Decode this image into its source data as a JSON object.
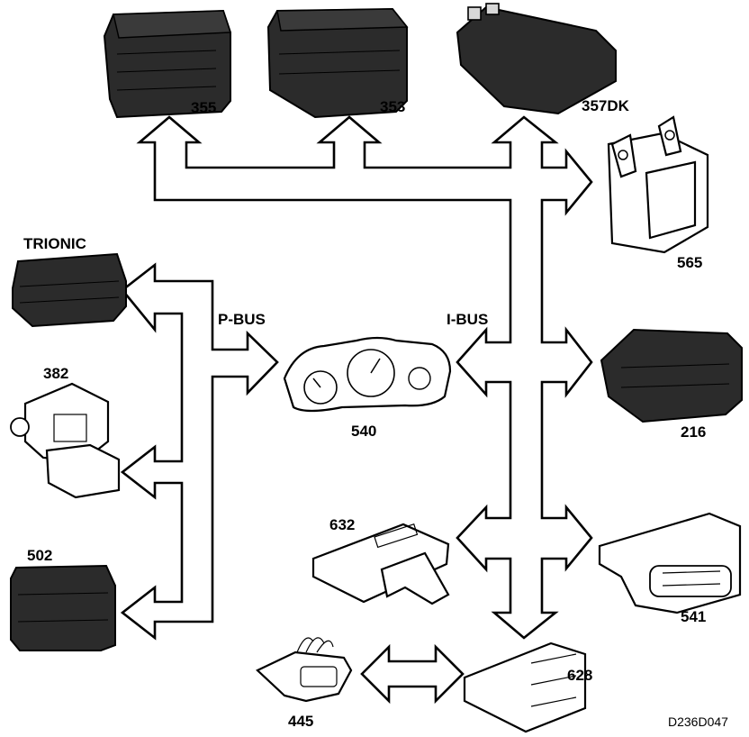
{
  "diagram": {
    "bus_labels": {
      "p_bus": "P-BUS",
      "i_bus": "I-BUS"
    },
    "modules": [
      {
        "id": "m355",
        "label": "355",
        "style": "dark"
      },
      {
        "id": "m353",
        "label": "353",
        "style": "dark"
      },
      {
        "id": "m357dk",
        "label": "357DK",
        "style": "dark"
      },
      {
        "id": "m565",
        "label": "565",
        "style": "light"
      },
      {
        "id": "mtrionic",
        "label": "TRIONIC",
        "style": "dark"
      },
      {
        "id": "m382",
        "label": "382",
        "style": "light"
      },
      {
        "id": "m502",
        "label": "502",
        "style": "dark"
      },
      {
        "id": "m540",
        "label": "540",
        "style": "light"
      },
      {
        "id": "m216",
        "label": "216",
        "style": "dark"
      },
      {
        "id": "m632",
        "label": "632",
        "style": "light"
      },
      {
        "id": "m541",
        "label": "541",
        "style": "light"
      },
      {
        "id": "m628",
        "label": "628",
        "style": "light"
      },
      {
        "id": "m445",
        "label": "445",
        "style": "light"
      }
    ],
    "reference_code": "D236D047",
    "connections": [
      {
        "bus": "I-BUS",
        "modules": [
          "355",
          "353",
          "357DK",
          "565",
          "540",
          "216",
          "632",
          "541",
          "628"
        ]
      },
      {
        "bus": "P-BUS",
        "modules": [
          "TRIONIC",
          "382",
          "502",
          "540"
        ]
      },
      {
        "link": "direct",
        "modules": [
          "628",
          "445"
        ]
      }
    ]
  }
}
